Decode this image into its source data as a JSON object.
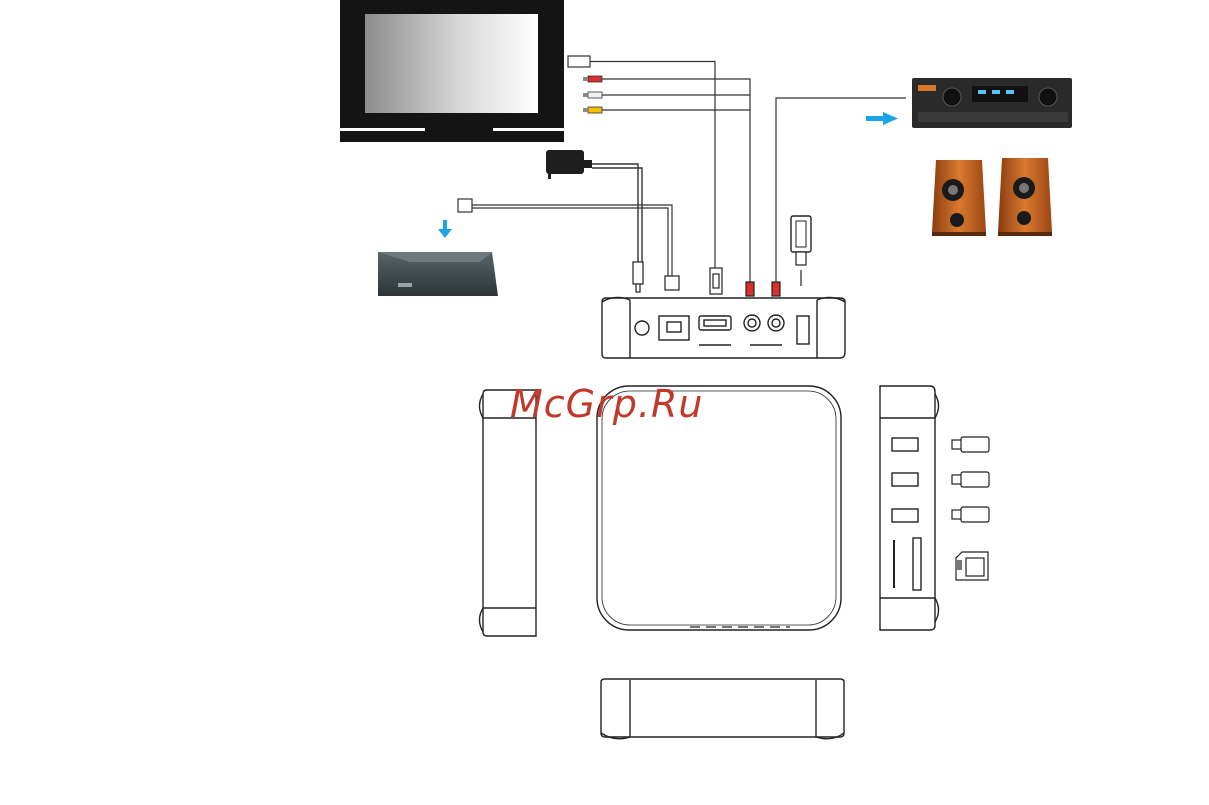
{
  "watermark": {
    "text": "McGrp.Ru"
  },
  "colors": {
    "watermark": "#c0392b",
    "arrow": "#1aa3e8",
    "outline": "#222222",
    "cable": "#333333",
    "audio_red": "#d9302a",
    "audio_white": "#f2f2f2",
    "video_yellow": "#f2c100",
    "speaker_wood": "#d2691e",
    "amplifier": "#2a2a2a",
    "router": "#3a4448"
  },
  "devices": [
    {
      "id": "tv",
      "icon": "tv-icon"
    },
    {
      "id": "power-adapter",
      "icon": "power-adapter-icon"
    },
    {
      "id": "router",
      "icon": "router-icon"
    },
    {
      "id": "amplifier",
      "icon": "amplifier-icon"
    },
    {
      "id": "speakers",
      "icon": "speakers-icon"
    },
    {
      "id": "usb-stick",
      "icon": "usb-stick-icon"
    },
    {
      "id": "sd-card",
      "icon": "sd-card-icon"
    }
  ]
}
